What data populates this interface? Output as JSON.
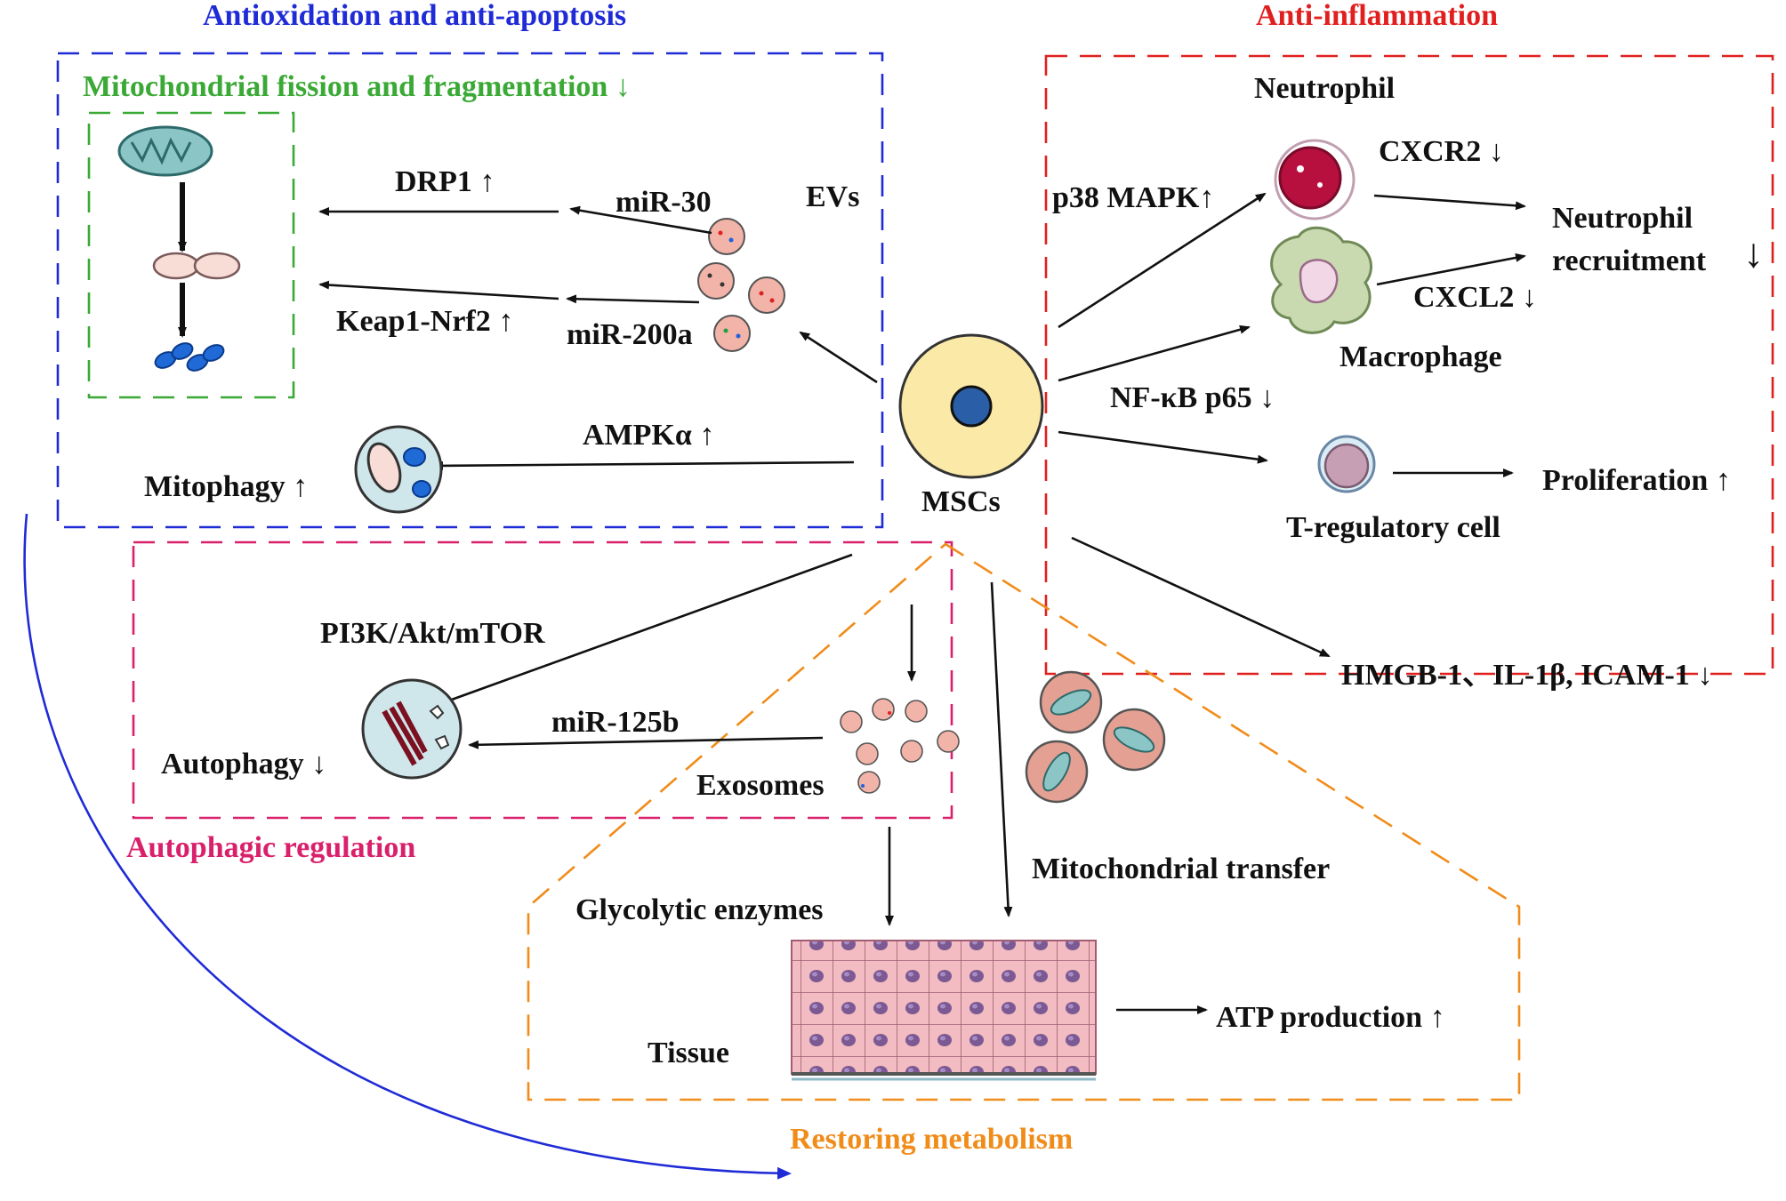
{
  "colors": {
    "antiox": "#1f2bd6",
    "mito_fission": "#3aa935",
    "antiinflam": "#e0201f",
    "autophagic": "#d9206b",
    "metabolism": "#f08c1a",
    "curve": "#1f2bd6"
  },
  "sections": {
    "antiox_title": "Antioxidation and anti-apoptosis",
    "antiinflam_title": "Anti-inflammation",
    "mito_title": "Mitochondrial fission and fragmentation ↓",
    "autophagic_title": "Autophagic regulation",
    "metabolism_title": "Restoring metabolism"
  },
  "labels": {
    "msc": "MSCs",
    "evs": "EVs",
    "drp1": "DRP1 ↑",
    "mir30": "miR-30",
    "keap": "Keap1-Nrf2 ↑",
    "mir200a": "miR-200a",
    "ampk": "AMPKα ↑",
    "mitophagy": "Mitophagy ↑",
    "neutrophil": "Neutrophil",
    "p38": "p38  MAPK↑",
    "cxcr2": "CXCR2 ↓",
    "nrecruit1": "Neutrophil",
    "nrecruit2": "recruitment",
    "nrecruit_arrow": "↓",
    "cxcl2": "CXCL2 ↓",
    "macrophage": "Macrophage",
    "nfkb": "NF-κB p65 ↓",
    "treg": "T-regulatory cell",
    "prolif": "Proliferation ↑",
    "hmgb": "HMGB-1、IL-1β, ICAM-1 ↓",
    "pi3k": "PI3K/Akt/mTOR",
    "mir125b": "miR-125b",
    "autophagy": "Autophagy ↓",
    "exosomes": "Exosomes",
    "mitotransfer": "Mitochondrial transfer",
    "glyco": "Glycolytic enzymes",
    "tissue": "Tissue",
    "atp": "ATP production ↑"
  }
}
